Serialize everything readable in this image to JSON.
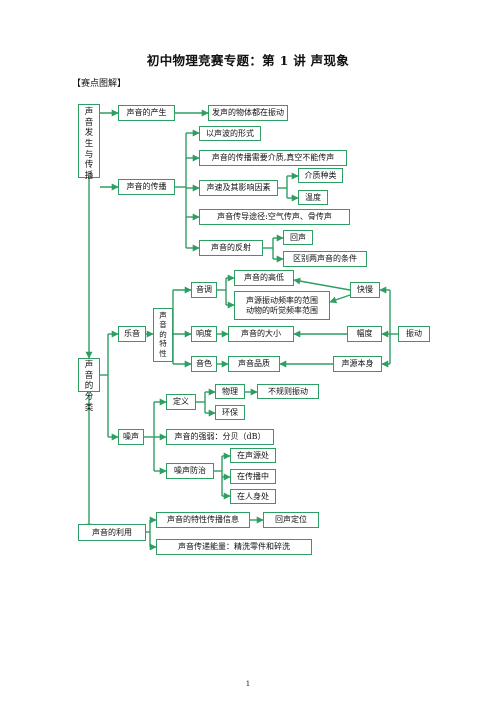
{
  "title": "初中物理竞赛专题：第 1 讲  声现象",
  "subhead": "【赛点图解】",
  "page_number": "1",
  "colors": {
    "accent": "#2f9e63",
    "text": "#111111"
  },
  "root_propagation": [
    "声",
    "音",
    "发",
    "生",
    "与",
    "传",
    "播"
  ],
  "root_classification": [
    "声",
    "音",
    "的",
    "分",
    "类"
  ],
  "characteristics_box": [
    "声",
    "音",
    "的",
    "特",
    "性"
  ],
  "nodes": {
    "production": "声音的产生",
    "vibration_source": "发声的物体都在振动",
    "propagation": "声音的传播",
    "wave_form": "以声波的形式",
    "needs_medium": "声音的传播需要介质,真空不能传声",
    "speed_factors": "声速及其影响因素",
    "medium_type": "介质种类",
    "temperature": "温度",
    "pathways": "声音传导途径:空气传声、骨传声",
    "reflection": "声音的反射",
    "echo": "回声",
    "distinguish": "区别两声音的条件",
    "musical": "乐音",
    "pitch": "音调",
    "high_low": "声音的高低",
    "freq_range_1": "声源振动频率的范围",
    "freq_range_2": "动物的听觉频率范围",
    "fast_slow": "快慢",
    "loudness": "响度",
    "magnitude": "声音的大小",
    "amplitude": "幅度",
    "vibration": "振动",
    "timbre": "音色",
    "quality": "声音品质",
    "source_itself": "声源本身",
    "noise": "噪声",
    "definition": "定义",
    "physics": "物理",
    "irregular": "不规则振动",
    "environment": "环保",
    "intensity": "声音的强弱：分贝（dB）",
    "control": "噪声防治",
    "at_source": "在声源处",
    "in_path": "在传播中",
    "at_ear": "在人身处",
    "uses": "声音的利用",
    "info": "声音的特性传播信息",
    "echolocation": "回声定位",
    "energy": "声音传递能量：精洗零件和碎洗"
  }
}
